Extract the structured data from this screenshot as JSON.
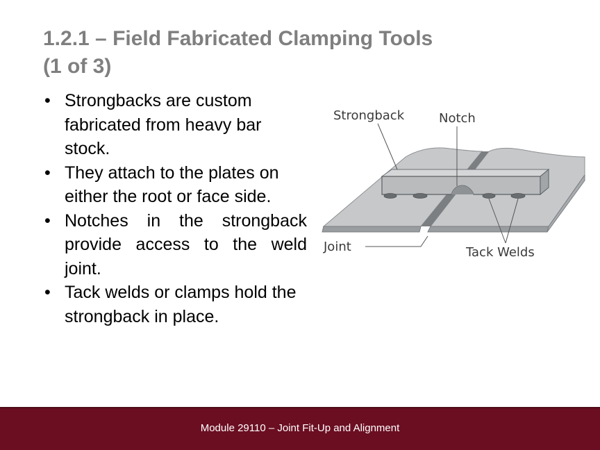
{
  "slide": {
    "title_line1": "1.2.1 – Field Fabricated Clamping Tools",
    "title_line2": "(1 of 3)",
    "bullets": [
      "Strongbacks are custom fabricated from heavy bar stock.",
      "They attach to the plates on either the root or face side.",
      "Notches in the strongback provide access to the weld joint.",
      "Tack welds or clamps hold the strongback in place."
    ],
    "bullet_glyph": "•"
  },
  "figure": {
    "labels": {
      "strongback": "Strongback",
      "notch": "Notch",
      "joint": "Joint",
      "tack_welds": "Tack Welds"
    }
  },
  "footer": {
    "text": "Module 29110 – Joint Fit-Up and Alignment"
  },
  "colors": {
    "title": "#7f7f7f",
    "footer_background": "#6b0e22",
    "footer_text": "#ffffff",
    "plate": "#c6c8ca",
    "plate_edge": "#8d9093",
    "strongback": "#b9bbbd"
  }
}
